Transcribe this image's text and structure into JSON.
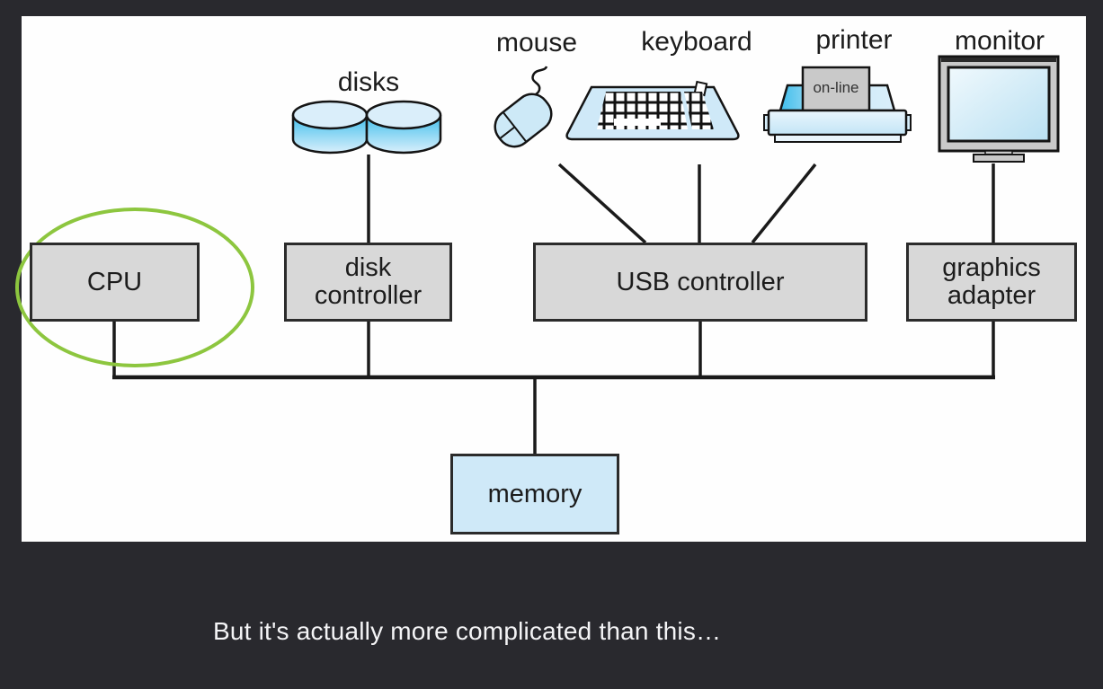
{
  "slide": {
    "caption": "But it's actually more complicated than this…"
  },
  "diagram": {
    "devices": [
      {
        "name": "disks",
        "label": "disks"
      },
      {
        "name": "mouse",
        "label": "mouse"
      },
      {
        "name": "keyboard",
        "label": "keyboard"
      },
      {
        "name": "printer",
        "label": "printer",
        "status": "on-line"
      },
      {
        "name": "monitor",
        "label": "monitor"
      }
    ],
    "components": [
      {
        "name": "cpu",
        "label": "CPU"
      },
      {
        "name": "disk-controller",
        "label": "disk controller"
      },
      {
        "name": "usb-controller",
        "label": "USB controller"
      },
      {
        "name": "graphics-adapter",
        "label": "graphics adapter"
      },
      {
        "name": "memory",
        "label": "memory"
      }
    ],
    "highlight": {
      "shape": "ellipse",
      "around": "CPU",
      "color": "#8dc63f"
    },
    "colors": {
      "page_background": "#29292e",
      "panel_background": "#fefefe",
      "box_fill": "#d8d8d8",
      "box_border": "#2b2b2b",
      "memory_fill": "#cfe9f8",
      "line": "#1a1a1a",
      "device_blue": "#cfe9f8",
      "device_cyan": "#3fbeec",
      "paper_gray": "#c9c9c9",
      "caption_text": "#f4f4f6"
    }
  }
}
